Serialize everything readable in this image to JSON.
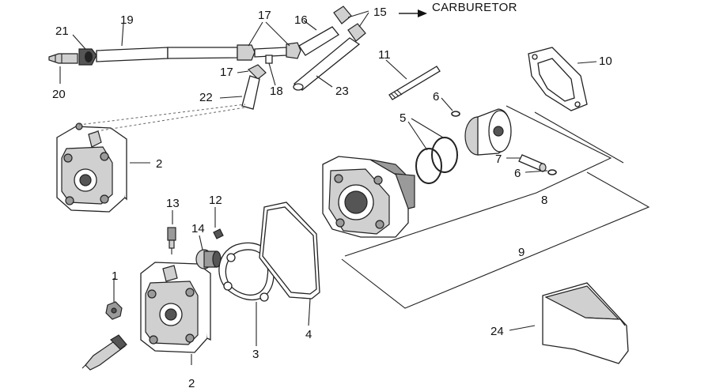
{
  "direction_label": "CARBURETOR",
  "callouts": [
    {
      "id": "c1",
      "text": "1"
    },
    {
      "id": "c2a",
      "text": "2"
    },
    {
      "id": "c2b",
      "text": "2"
    },
    {
      "id": "c3",
      "text": "3"
    },
    {
      "id": "c4",
      "text": "4"
    },
    {
      "id": "c5",
      "text": "5"
    },
    {
      "id": "c6a",
      "text": "6"
    },
    {
      "id": "c6b",
      "text": "6"
    },
    {
      "id": "c7",
      "text": "7"
    },
    {
      "id": "c8",
      "text": "8"
    },
    {
      "id": "c9",
      "text": "9"
    },
    {
      "id": "c10",
      "text": "10"
    },
    {
      "id": "c11",
      "text": "11"
    },
    {
      "id": "c12",
      "text": "12"
    },
    {
      "id": "c13",
      "text": "13"
    },
    {
      "id": "c14",
      "text": "14"
    },
    {
      "id": "c15",
      "text": "15"
    },
    {
      "id": "c16",
      "text": "16"
    },
    {
      "id": "c17a",
      "text": "17"
    },
    {
      "id": "c17b",
      "text": "17"
    },
    {
      "id": "c18",
      "text": "18"
    },
    {
      "id": "c19",
      "text": "19"
    },
    {
      "id": "c20",
      "text": "20"
    },
    {
      "id": "c21",
      "text": "21"
    },
    {
      "id": "c22",
      "text": "22"
    },
    {
      "id": "c23",
      "text": "23"
    },
    {
      "id": "c24",
      "text": "24"
    }
  ],
  "colors": {
    "line": "#222222",
    "background": "#ffffff"
  }
}
